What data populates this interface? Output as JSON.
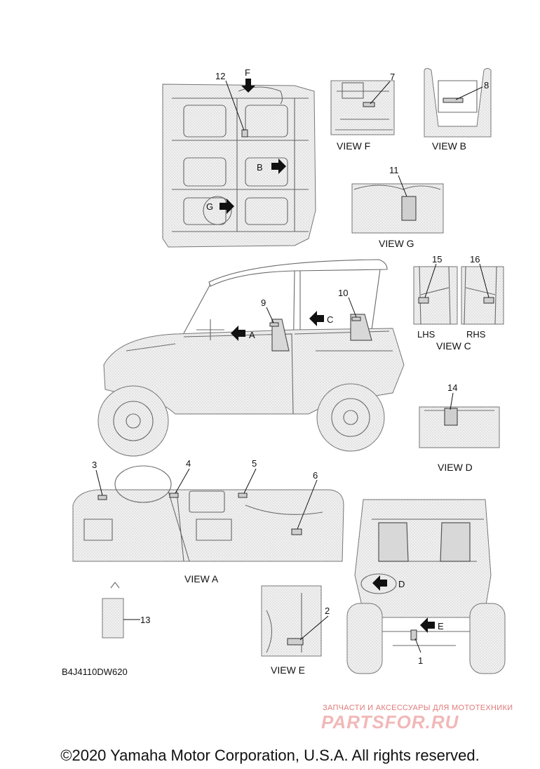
{
  "diagram_code": "B4J4110DW620",
  "copyright": "©2020 Yamaha Motor Corporation, U.S.A. All rights reserved.",
  "watermark": {
    "tagline": "ЗАПЧАСТИ И АКСЕССУАРЫ ДЛЯ МОТОТЕХНИКИ",
    "logo": "PARTSFOR.RU"
  },
  "views": {
    "f": "VIEW F",
    "b": "VIEW B",
    "g": "VIEW G",
    "c": "VIEW C",
    "c_lhs": "LHS",
    "c_rhs": "RHS",
    "d": "VIEW D",
    "a": "VIEW A",
    "e": "VIEW E"
  },
  "arrows": {
    "a": "A",
    "b": "B",
    "c": "C",
    "d": "D",
    "e": "E",
    "f": "F",
    "g": "G"
  },
  "callouts": {
    "c1": "1",
    "c2": "2",
    "c3": "3",
    "c4": "4",
    "c5": "5",
    "c6": "6",
    "c7": "7",
    "c8": "8",
    "c9": "9",
    "c10": "10",
    "c11": "11",
    "c12": "12",
    "c13": "13",
    "c14": "14",
    "c15": "15",
    "c16": "16"
  }
}
